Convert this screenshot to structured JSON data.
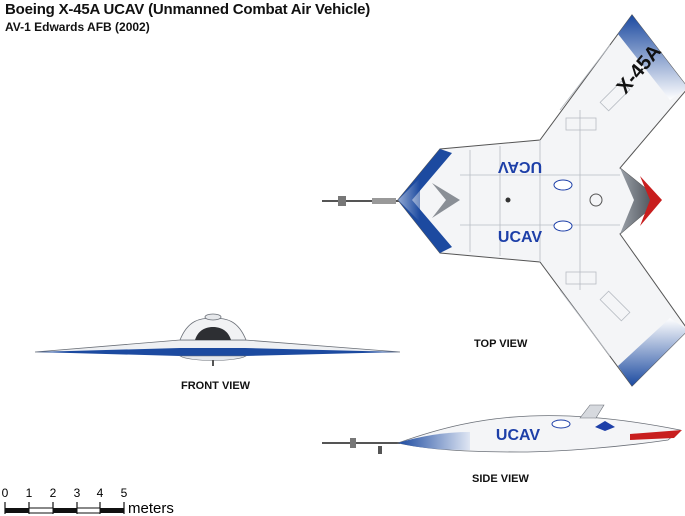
{
  "header": {
    "title": "Boeing X-45A UCAV (Unmanned Combat Air Vehicle)",
    "subtitle": "AV-1 Edwards AFB (2002)"
  },
  "views": {
    "top": "TOP VIEW",
    "front": "FRONT VIEW",
    "side": "SIDE VIEW"
  },
  "markings": {
    "designation": "X-45A",
    "ucav": "UCAV"
  },
  "scale": {
    "ticks": [
      "0",
      "1",
      "2",
      "3",
      "4",
      "5"
    ],
    "unit": "meters"
  },
  "colors": {
    "blue_trim": "#1f4fa3",
    "body_white": "#f4f5f7",
    "red_trim": "#c81e1e"
  }
}
